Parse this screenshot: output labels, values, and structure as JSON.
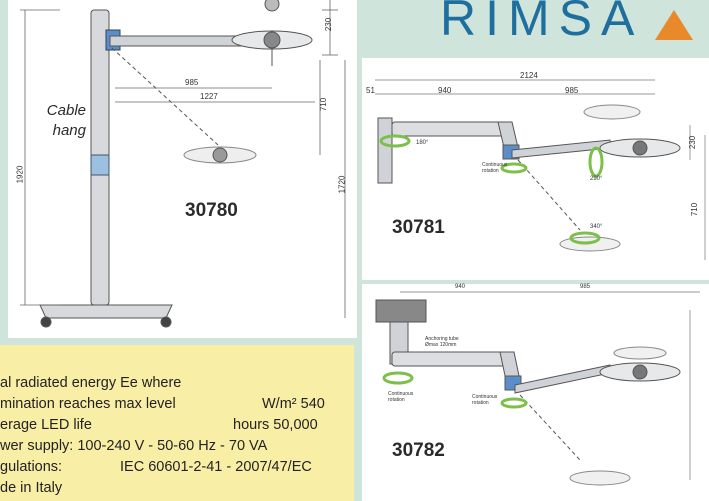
{
  "brand": {
    "logo_text": "RIMSA"
  },
  "models": [
    "30780",
    "30781",
    "30782"
  ],
  "diagram_30780": {
    "dimensions": [
      "230",
      "985",
      "1227",
      "710",
      "1920",
      "1720"
    ],
    "note_line1": "Cable",
    "note_line2": "hang"
  },
  "diagram_30781": {
    "dimensions": [
      "2124",
      "51",
      "940",
      "985",
      "230",
      "710"
    ],
    "angles": [
      "180°",
      "290°",
      "340°"
    ],
    "rotation_label_1": "Continuous",
    "rotation_label_2": "rotation"
  },
  "diagram_30782": {
    "dimensions": [
      "940",
      "985"
    ],
    "column_label_1": "Anchoring tube",
    "column_label_2": "Ømax 120mm",
    "rotation_a_1": "Continuous",
    "rotation_a_2": "rotation",
    "rotation_b_1": "Continuous",
    "rotation_b_2": "rotation"
  },
  "specs": [
    {
      "label": "al radiated energy Ee where",
      "value": ""
    },
    {
      "label": "mination reaches max level",
      "value": "W/m² 540"
    },
    {
      "label": "erage LED life",
      "value": "hours 50,000"
    },
    {
      "label": "wer supply: 100-240 V - 50-60 Hz - 70 VA",
      "value": ""
    },
    {
      "label": "gulations:",
      "value": "IEC 60601-2-41 - 2007/47/EC"
    },
    {
      "label": "de in Italy",
      "value": ""
    }
  ],
  "colors": {
    "background": "#cfe4da",
    "spec_box": "#f8eea6",
    "logo_blue": "#1f6f9e",
    "logo_orange": "#e98a2a",
    "accent_blue": "#5b8ec9",
    "rotation_green": "#7cc04a"
  }
}
